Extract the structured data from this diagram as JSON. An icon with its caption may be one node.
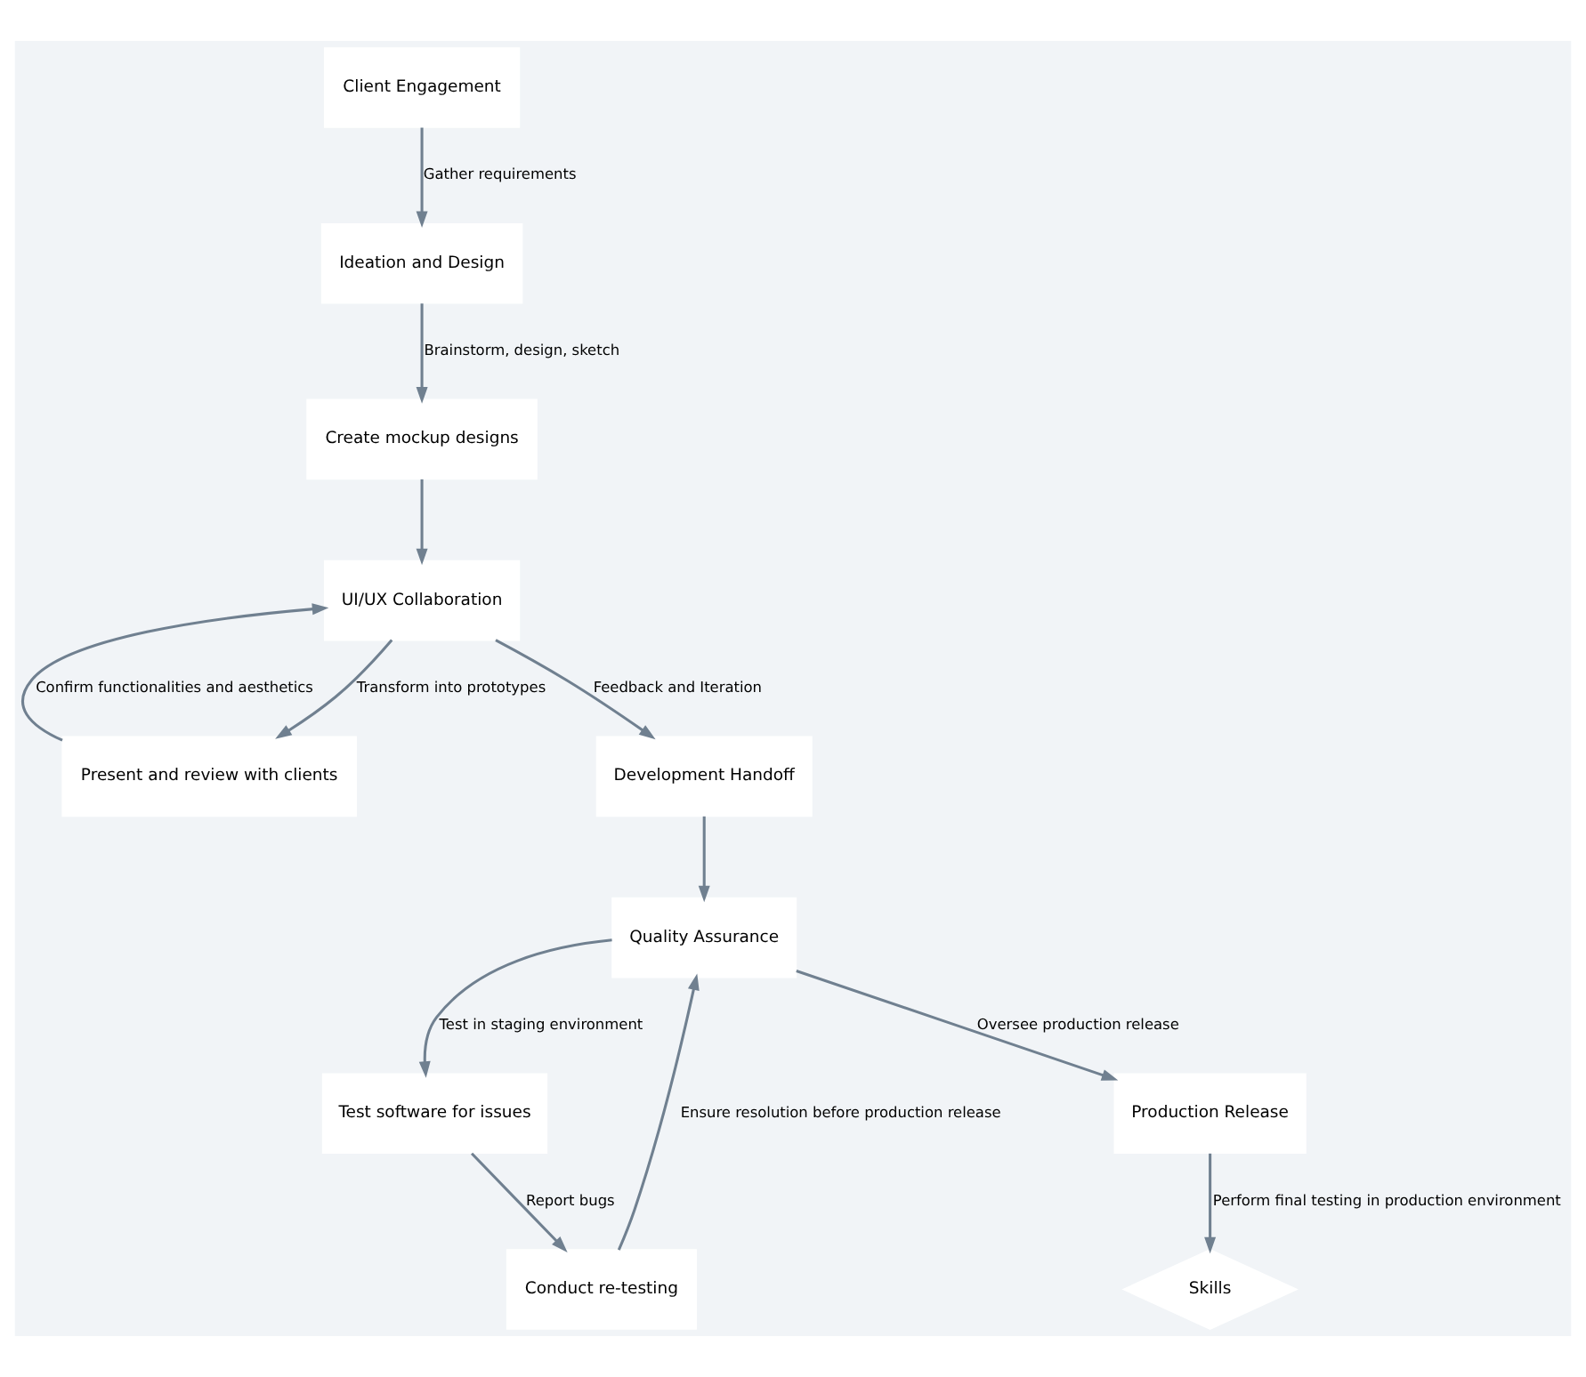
{
  "diagram": {
    "nodes": [
      {
        "text": [
          "Client Engagement"
        ]
      },
      {
        "text": [
          "Ideation and Design"
        ]
      },
      {
        "text": [
          "Create mockup designs"
        ]
      },
      {
        "text": [
          "UI/UX Collaboration"
        ]
      },
      {
        "text": [
          "Present and review with clients"
        ]
      },
      {
        "text": [
          "Development Handoff"
        ]
      },
      {
        "text": [
          "Quality Assurance"
        ]
      },
      {
        "text": [
          "Test software for issues"
        ]
      },
      {
        "text": [
          "Conduct re-testing"
        ]
      },
      {
        "text": [
          "Production Release"
        ]
      },
      {
        "text": [
          "Skills"
        ]
      }
    ],
    "edges": [
      {
        "from": 0,
        "to": 1,
        "arrow": "to",
        "label": "Gather requirements"
      },
      {
        "from": 1,
        "to": 2,
        "arrow": "to",
        "label": "Brainstorm, design, sketch"
      },
      {
        "from": 2,
        "to": 3,
        "arrow": "to"
      },
      {
        "from": 3,
        "to": 4,
        "arrow": "to",
        "label": "Transform into prototypes"
      },
      {
        "from": 4,
        "to": 3,
        "arrow": "to",
        "label": "Confirm functionalities and aesthetics"
      },
      {
        "from": 3,
        "to": 5,
        "arrow": "to",
        "label": "Feedback and Iteration"
      },
      {
        "from": 5,
        "to": 6,
        "arrow": "to"
      },
      {
        "from": 6,
        "to": 7,
        "arrow": "to",
        "label": "Test in staging environment"
      },
      {
        "from": 7,
        "to": 8,
        "arrow": "to",
        "label": "Report bugs"
      },
      {
        "from": 8,
        "to": 6,
        "arrow": "to",
        "label": "Ensure resolution before production release"
      },
      {
        "from": 6,
        "to": 9,
        "arrow": "to",
        "label": "Oversee production release"
      },
      {
        "from": 9,
        "to": 10,
        "arrow": "to",
        "label": "Perform final testing in production environment"
      }
    ]
  }
}
